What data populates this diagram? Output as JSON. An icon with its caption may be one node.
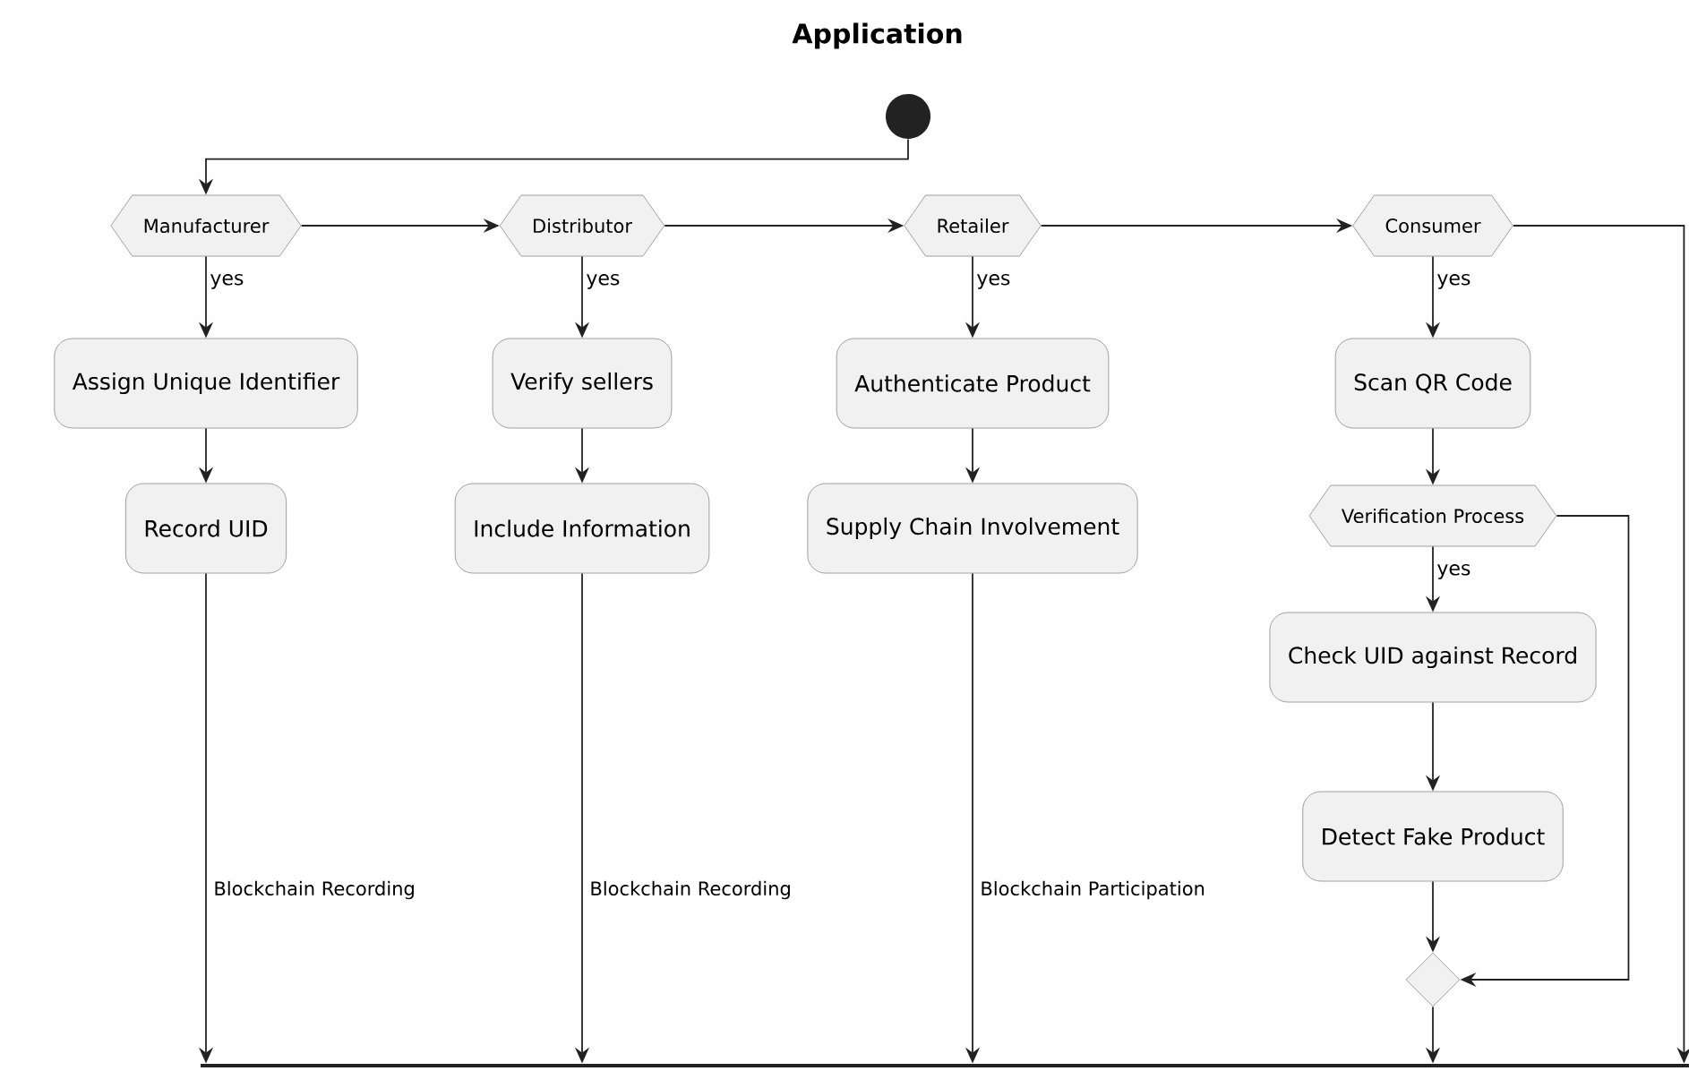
{
  "diagram": {
    "title": "Application",
    "nodes": [
      {
        "text": [],
        "shape": "circle"
      },
      {
        "text": [
          "Manufacturer"
        ]
      },
      {
        "text": [
          "Distributor"
        ]
      },
      {
        "text": [
          "Retailer"
        ]
      },
      {
        "text": [
          "Consumer"
        ]
      },
      {
        "text": [
          "Assign Unique Identifier"
        ]
      },
      {
        "text": [
          "Verify sellers"
        ]
      },
      {
        "text": [
          "Authenticate Product"
        ]
      },
      {
        "text": [
          "Scan QR Code"
        ]
      },
      {
        "text": [
          "Record UID"
        ]
      },
      {
        "text": [
          "Include Information"
        ]
      },
      {
        "text": [
          "Supply Chain Involvement"
        ]
      },
      {
        "text": [
          "Verification Process"
        ]
      },
      {
        "text": [
          "Check UID against Record"
        ]
      },
      {
        "text": [
          "Detect Fake Product"
        ]
      },
      {
        "text": [],
        "shape": "diamond"
      },
      {
        "text": [],
        "shape": "bar"
      }
    ],
    "edges": [
      {
        "from": 0,
        "to": 1,
        "arrow": "to"
      },
      {
        "from": 1,
        "to": 2,
        "arrow": "to"
      },
      {
        "from": 2,
        "to": 3,
        "arrow": "to"
      },
      {
        "from": 3,
        "to": 4,
        "arrow": "to"
      },
      {
        "from": 4,
        "to": 16,
        "arrow": "to"
      },
      {
        "from": 1,
        "to": 5,
        "arrow": "to",
        "label": "yes"
      },
      {
        "from": 2,
        "to": 6,
        "arrow": "to",
        "label": "yes"
      },
      {
        "from": 3,
        "to": 7,
        "arrow": "to",
        "label": "yes"
      },
      {
        "from": 4,
        "to": 8,
        "arrow": "to",
        "label": "yes"
      },
      {
        "from": 5,
        "to": 9,
        "arrow": "to"
      },
      {
        "from": 6,
        "to": 10,
        "arrow": "to"
      },
      {
        "from": 7,
        "to": 11,
        "arrow": "to"
      },
      {
        "from": 8,
        "to": 12,
        "arrow": "to"
      },
      {
        "from": 9,
        "to": 16,
        "arrow": "to",
        "label": "Blockchain Recording"
      },
      {
        "from": 10,
        "to": 16,
        "arrow": "to",
        "label": "Blockchain Recording"
      },
      {
        "from": 11,
        "to": 16,
        "arrow": "to",
        "label": "Blockchain Participation"
      },
      {
        "from": 12,
        "to": 13,
        "arrow": "to",
        "label": "yes"
      },
      {
        "from": 13,
        "to": 14,
        "arrow": "to"
      },
      {
        "from": 14,
        "to": 15,
        "arrow": "to"
      },
      {
        "from": 12,
        "to": 15,
        "arrow": "to"
      },
      {
        "from": 15,
        "to": 16,
        "arrow": "to"
      }
    ]
  }
}
